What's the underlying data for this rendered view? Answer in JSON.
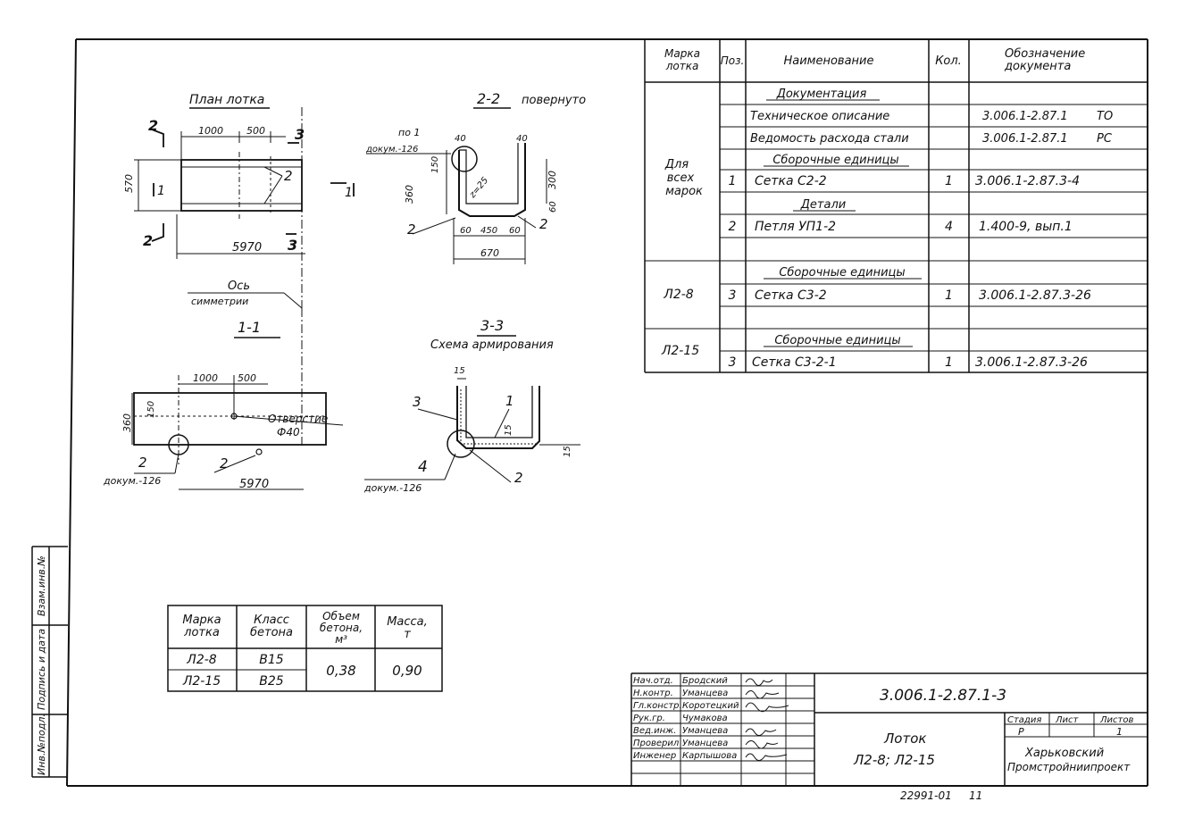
{
  "spec": {
    "headers": {
      "mark": "Марка лотка",
      "pos": "Поз.",
      "name": "Наименование",
      "qty": "Кол.",
      "doc": "Обозначение документа"
    },
    "sections": {
      "documentation": "Документация",
      "assembly1": "Сборочные единицы",
      "details": "Детали",
      "assembly2": "Сборочные единицы",
      "assembly3": "Сборочные единицы"
    },
    "mark_all": [
      "Для",
      "всех",
      "марок"
    ],
    "mark_l8": "Л2-8",
    "mark_l15": "Л2-15",
    "rows": [
      {
        "pos": "",
        "name": "Техническое описание",
        "qty": "",
        "doc": "3.006.1-2.87.1",
        "code": "ТО"
      },
      {
        "pos": "",
        "name": "Ведомость расхода стали",
        "qty": "",
        "doc": "3.006.1-2.87.1",
        "code": "РС"
      },
      {
        "pos": "1",
        "name": "Сетка С2-2",
        "qty": "1",
        "doc": "3.006.1-2.87.3-4",
        "code": ""
      },
      {
        "pos": "2",
        "name": "Петля УП1-2",
        "qty": "4",
        "doc": "1.400-9, вып.1",
        "code": ""
      },
      {
        "pos": "3",
        "name": "Сетка С3-2",
        "qty": "1",
        "doc": "3.006.1-2.87.3-26",
        "code": ""
      },
      {
        "pos": "3",
        "name": "Сетка С3-2-1",
        "qty": "1",
        "doc": "3.006.1-2.87.3-26",
        "code": ""
      }
    ]
  },
  "plan": {
    "title": "План лотка",
    "d1000": "1000",
    "d500": "500",
    "d570": "570",
    "d5970": "5970",
    "s2": "2",
    "s3": "3",
    "s1": "1",
    "p2": "2"
  },
  "sec22": {
    "title": "2-2",
    "subtitle": "повернуто",
    "callout": "по 1",
    "callout_doc": "докум.-126",
    "d40a": "40",
    "d40b": "40",
    "d150": "150",
    "d360": "360",
    "d300": "300",
    "d60": "60",
    "dz25": "z=25",
    "d60b": "60",
    "d450": "450",
    "d60c": "60",
    "d670": "670",
    "p2a": "2",
    "p2b": "2"
  },
  "axis": {
    "line1": "Ось",
    "line2": "симметрии"
  },
  "sec11": {
    "title": "1-1",
    "d1000": "1000",
    "d500": "500",
    "d150": "150",
    "d360": "360",
    "hole": "Отверстие",
    "hole_d": "Ф40",
    "p2a": "2",
    "doc": "докум.-126",
    "p2b": "2",
    "d5970": "5970"
  },
  "sec33": {
    "title": "3-3",
    "subtitle": "Схема армирования",
    "d15a": "15",
    "d15b": "15",
    "d15c": "15",
    "p3": "3",
    "p1": "1",
    "p4": "4",
    "p2": "2",
    "doc": "докум.-126"
  },
  "concrete": {
    "headers": {
      "mark": "Марка лотка",
      "cls": "Класс бетона",
      "vol": "Объем бетона, м³",
      "mass": "Масса, т"
    },
    "rows": [
      {
        "mark": "Л2-8",
        "cls": "В15"
      },
      {
        "mark": "Л2-15",
        "cls": "В25"
      }
    ],
    "vol": "0,38",
    "mass": "0,90"
  },
  "stamp": {
    "people": [
      {
        "role": "Нач.отд.",
        "name": "Бродский"
      },
      {
        "role": "Н.контр.",
        "name": "Уманцева"
      },
      {
        "role": "Гл.констр.",
        "name": "Коротецкий"
      },
      {
        "role": "Рук.гр.",
        "name": "Чумакова"
      },
      {
        "role": "Вед.инж.",
        "name": "Уманцева"
      },
      {
        "role": "Проверил",
        "name": "Уманцева"
      },
      {
        "role": "Инженер",
        "name": "Карпышова"
      }
    ],
    "doc_code": "3.006.1-2.87.1-3",
    "title1": "Лоток",
    "title2": "Л2-8; Л2-15",
    "stage_h": "Стадия",
    "sheet_h": "Лист",
    "sheets_h": "Листов",
    "stage": "Р",
    "sheet": "",
    "sheets": "1",
    "org1": "Харьковский",
    "org2": "Промстройниипроект"
  },
  "side": {
    "f1": "Взам.инв.№",
    "f2": "Подпись и дата",
    "f3": "Инв.№подл."
  },
  "footer": {
    "archive": "22991-01",
    "page": "11"
  }
}
